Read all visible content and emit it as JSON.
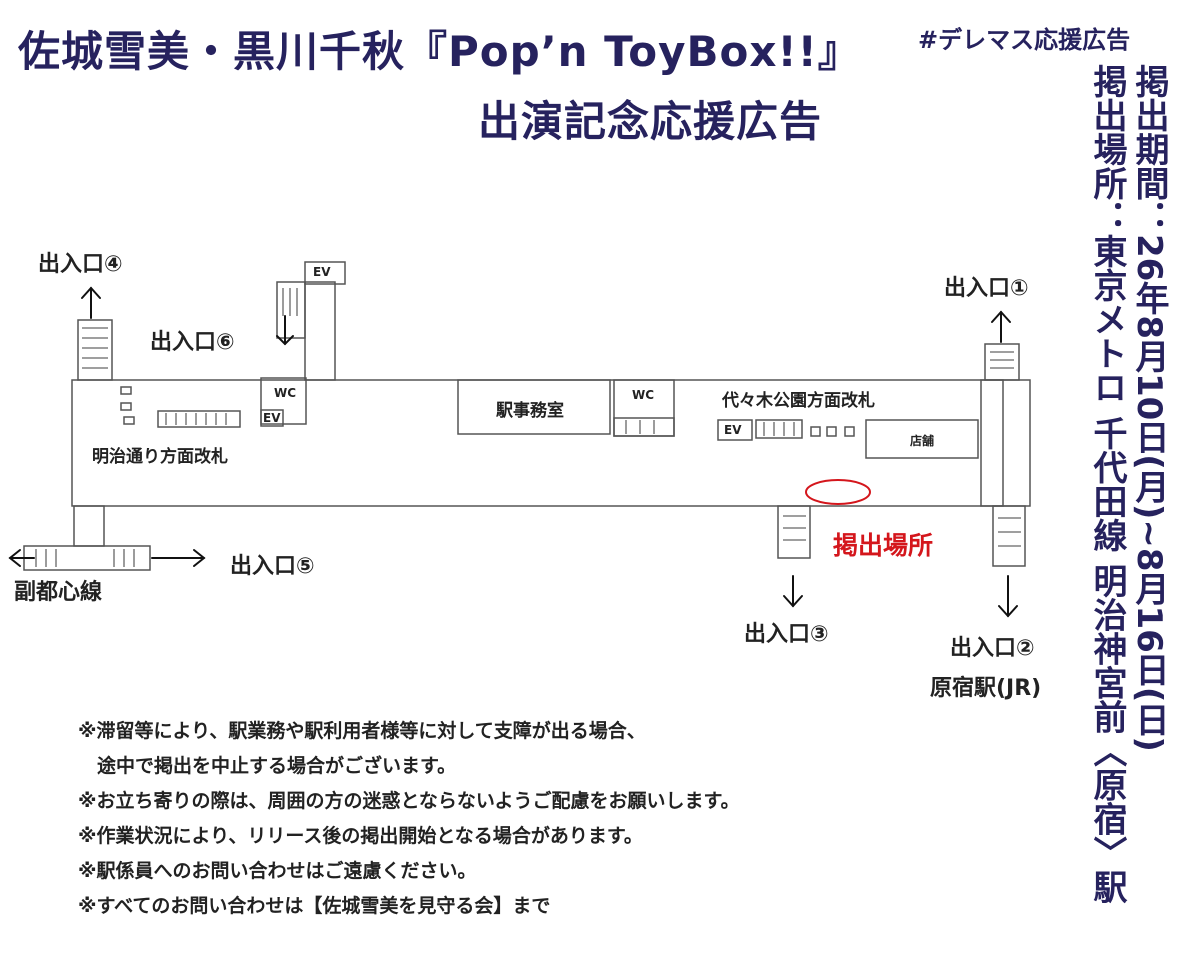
{
  "title": {
    "line1": "佐城雪美・黒川千秋『Pop’n ToyBox!!』",
    "line2": "出演記念応援広告"
  },
  "hashtag": "#デレマス応援広告",
  "period": "掲出期間：26年8月10日(月)~8月16日(日)",
  "location": "掲出場所：東京メトロ 千代田線 明治神宮前〈原宿〉駅",
  "map": {
    "exit1": "出入口①",
    "exit2": "出入口②",
    "exit2_sub": "原宿駅(JR)",
    "exit3": "出入口③",
    "exit4": "出入口④",
    "exit5": "出入口⑤",
    "exit5_sub": "副都心線",
    "exit6": "出入口⑥",
    "gate_meiji": "明治通り方面改札",
    "gate_yoyogi": "代々木公園方面改札",
    "station_office": "駅事務室",
    "wc1": "WC",
    "wc2": "WC",
    "ev1": "EV",
    "ev2": "EV",
    "ev3": "EV",
    "shop": "店舗",
    "ad_location": "掲出場所"
  },
  "notes": [
    "※滞留等により、駅業務や駅利用者様等に対して支障が出る場合、",
    "　途中で掲出を中止する場合がございます。",
    "※お立ち寄りの際は、周囲の方の迷惑とならないようご配慮をお願いします。",
    "※作業状況により、リリース後の掲出開始となる場合があります。",
    "※駅係員へのお問い合わせはご遠慮ください。",
    "※すべてのお問い合わせは【佐城雪美を見守る会】まで"
  ],
  "colors": {
    "title": "#26225e",
    "highlight": "#d4161c"
  }
}
